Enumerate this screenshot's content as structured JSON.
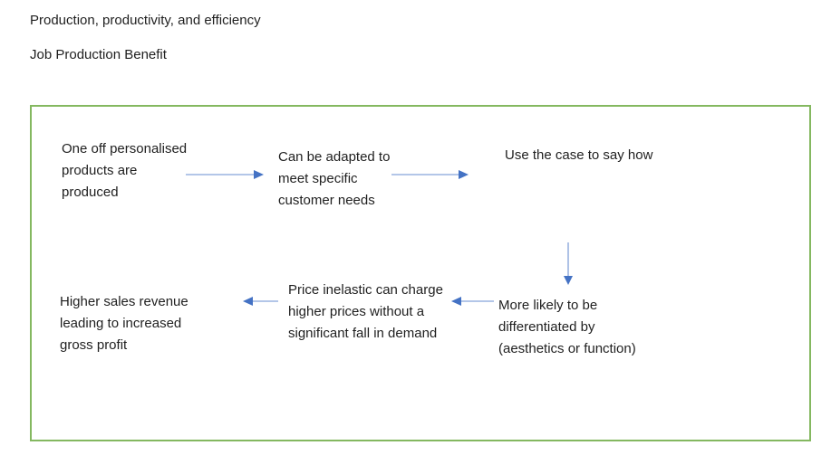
{
  "page": {
    "title": "Production, productivity, and efficiency",
    "subtitle": "Job Production Benefit"
  },
  "colors": {
    "page_bg": "#ffffff",
    "text": "#1f1f1f",
    "border_green": "#84b860",
    "arrow_shaft_blue": "#9ab3e0",
    "arrow_head_blue": "#4472c4"
  },
  "flowchart": {
    "nodes": [
      {
        "id": "one-off-products",
        "lines": [
          "One off personalised",
          "products are",
          "produced"
        ]
      },
      {
        "id": "adapted-to-needs",
        "lines": [
          "Can be adapted to",
          "meet specific",
          "customer needs"
        ]
      },
      {
        "id": "use-the-case",
        "lines": [
          "Use the case to say how"
        ]
      },
      {
        "id": "differentiated",
        "lines": [
          "More likely to be",
          "differentiated by",
          "(aesthetics or function)"
        ]
      },
      {
        "id": "price-inelastic",
        "lines": [
          "Price inelastic can charge",
          "higher prices without a",
          "significant fall in demand"
        ]
      },
      {
        "id": "higher-sales",
        "lines": [
          "Higher sales revenue",
          "leading to increased",
          "gross profit"
        ]
      }
    ],
    "connections": [
      {
        "from": "one-off-products",
        "to": "adapted-to-needs",
        "direction": "right"
      },
      {
        "from": "adapted-to-needs",
        "to": "use-the-case",
        "direction": "right"
      },
      {
        "from": "use-the-case",
        "to": "differentiated",
        "direction": "down"
      },
      {
        "from": "differentiated",
        "to": "price-inelastic",
        "direction": "left"
      },
      {
        "from": "price-inelastic",
        "to": "higher-sales",
        "direction": "left"
      }
    ]
  }
}
